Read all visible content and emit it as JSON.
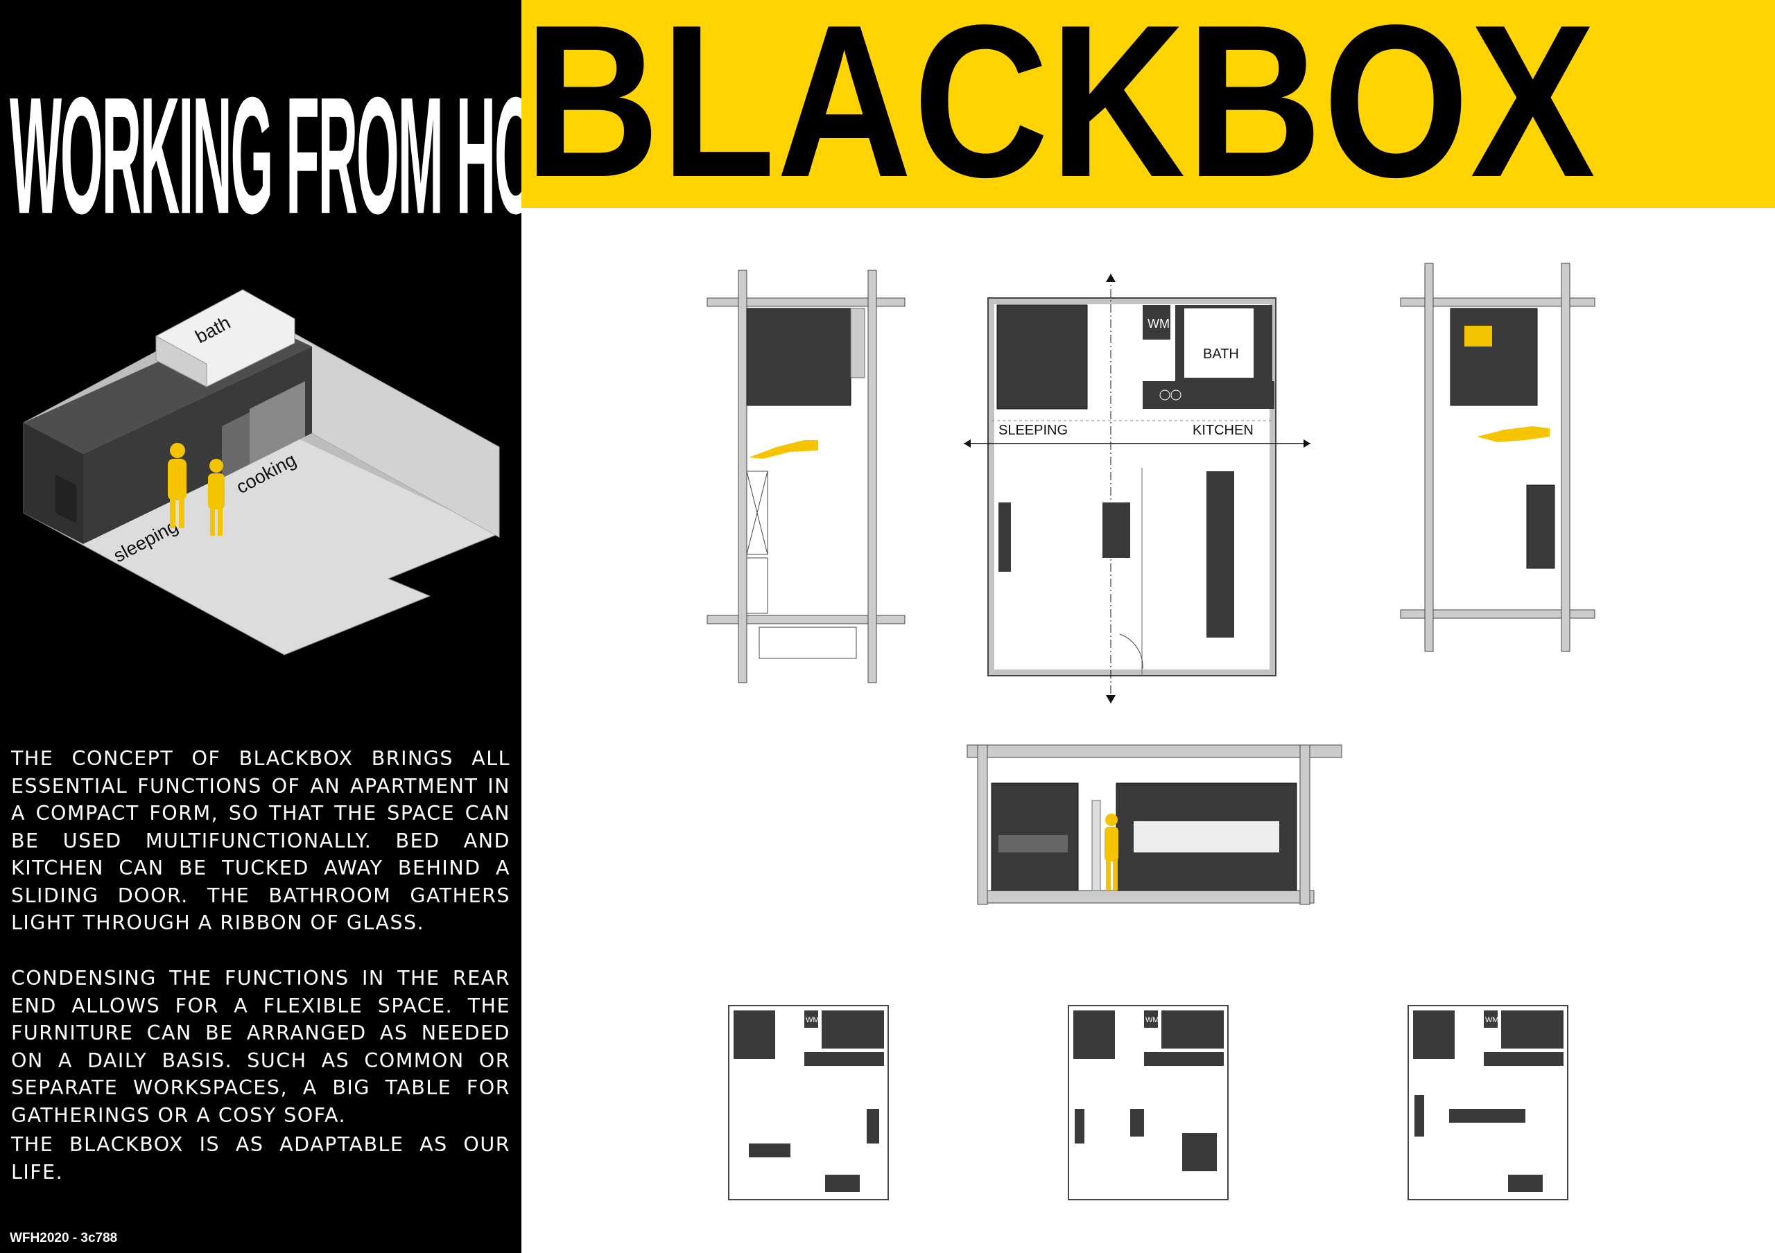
{
  "header": {
    "left_title": "WORKING FROM HOME",
    "main_title": "BLACKBOX"
  },
  "isometric": {
    "labels": {
      "bath": "bath",
      "cooking": "cooking",
      "sleeping": "sleeping"
    }
  },
  "description": {
    "paragraphs": [
      "The concept of Blackbox brings all essential functions of an apartment in a compact form, so that the space can be used multifunctionally. Bed and kitchen can be tucked away behind a sliding door. The bathroom gathers light through a ribbon of glass.",
      "Condensing the functions in the rear end allows for a flexible space. The furniture can be arranged as needed on a daily basis. Such as common or separate workspaces, a big table for gatherings or a cosy sofa.",
      "The Blackbox is as adaptable as our life."
    ]
  },
  "plan": {
    "labels": {
      "wm": "WM",
      "bath": "BATH",
      "sleeping": "SLEEPING",
      "kitchen": "KITCHEN"
    }
  },
  "mini_plans": {
    "wm_label": "WM"
  },
  "footer": {
    "code": "WFH2020 - 3c788"
  },
  "colors": {
    "banner_yellow": "#ffd400",
    "panel_black": "#000000",
    "figure_yellow": "#f5c400",
    "box_dark": "#3a3a3a"
  }
}
